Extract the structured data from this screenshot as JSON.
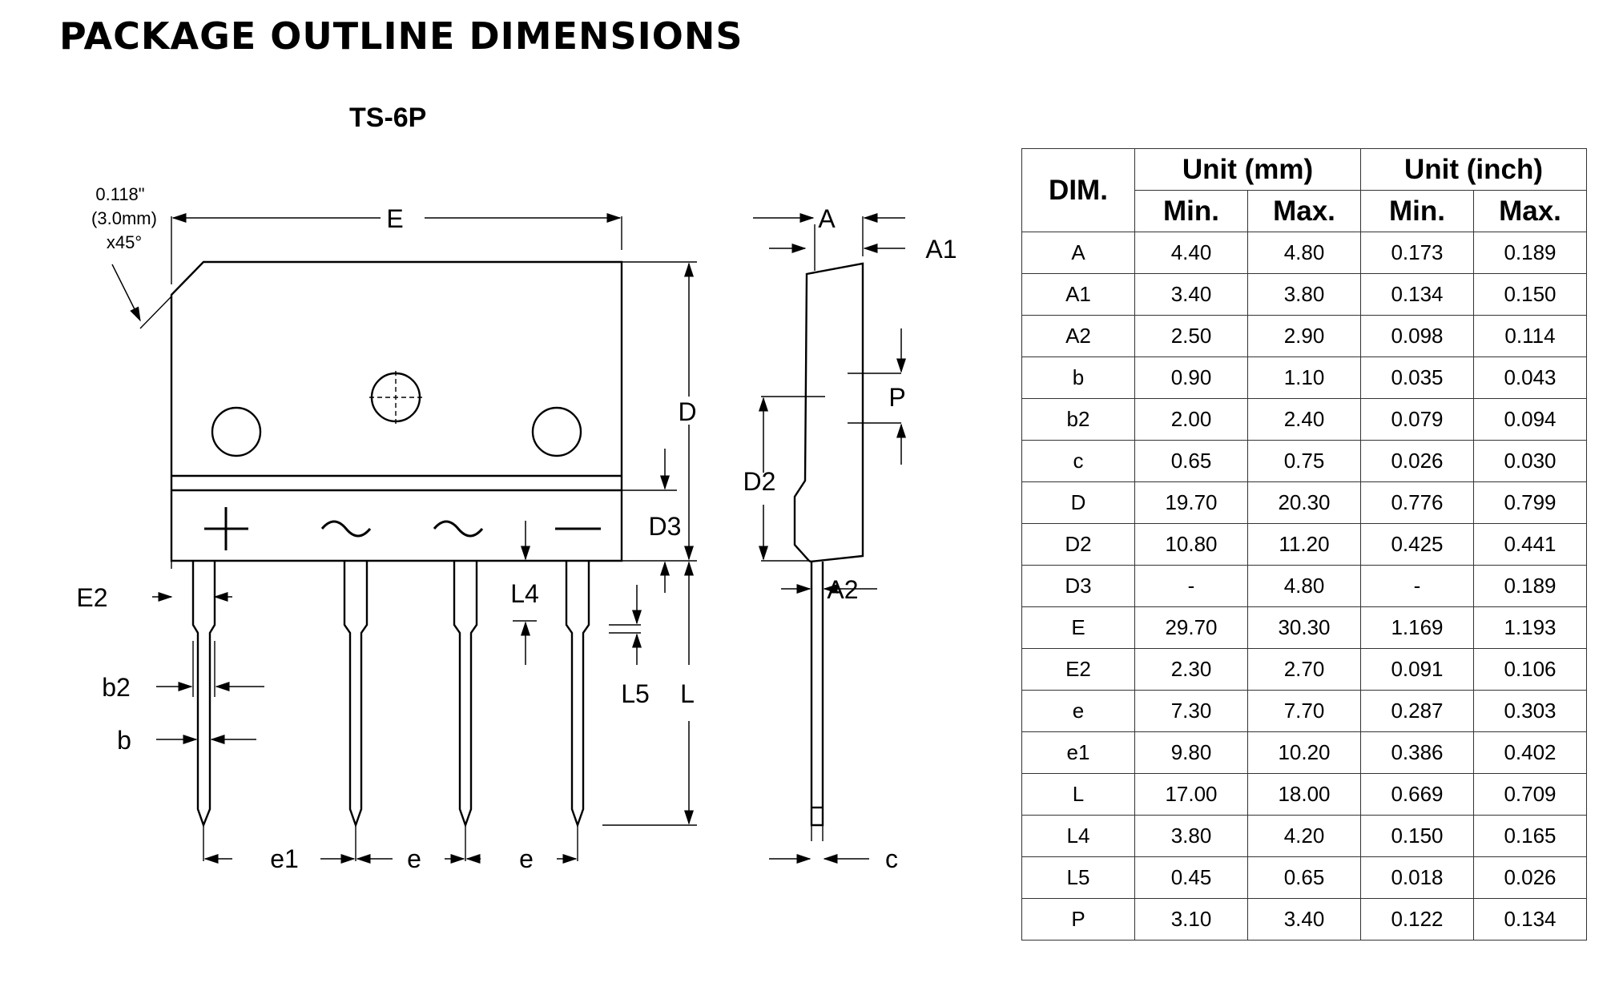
{
  "title": "PACKAGE OUTLINE DIMENSIONS",
  "package": "TS-6P",
  "drawing": {
    "chamfer_label_1": "0.118\"",
    "chamfer_label_2": "(3.0mm)",
    "chamfer_label_3": "x45°",
    "labels": {
      "E": "E",
      "D": "D",
      "D3": "D3",
      "E2": "E2",
      "b2": "b2",
      "b": "b",
      "L4": "L4",
      "L5": "L5",
      "L": "L",
      "e1": "e1",
      "e_a": "e",
      "e_b": "e",
      "A": "A",
      "A1": "A1",
      "P": "P",
      "D2": "D2",
      "A2": "A2",
      "c": "c"
    },
    "pin_symbols": [
      "+",
      "~",
      "~",
      "—"
    ]
  },
  "table": {
    "header_dim": "DIM.",
    "header_mm": "Unit (mm)",
    "header_inch": "Unit (inch)",
    "min": "Min.",
    "max": "Max.",
    "rows": [
      {
        "dim": "A",
        "mm_min": "4.40",
        "mm_max": "4.80",
        "in_min": "0.173",
        "in_max": "0.189"
      },
      {
        "dim": "A1",
        "mm_min": "3.40",
        "mm_max": "3.80",
        "in_min": "0.134",
        "in_max": "0.150"
      },
      {
        "dim": "A2",
        "mm_min": "2.50",
        "mm_max": "2.90",
        "in_min": "0.098",
        "in_max": "0.114"
      },
      {
        "dim": "b",
        "mm_min": "0.90",
        "mm_max": "1.10",
        "in_min": "0.035",
        "in_max": "0.043"
      },
      {
        "dim": "b2",
        "mm_min": "2.00",
        "mm_max": "2.40",
        "in_min": "0.079",
        "in_max": "0.094"
      },
      {
        "dim": "c",
        "mm_min": "0.65",
        "mm_max": "0.75",
        "in_min": "0.026",
        "in_max": "0.030"
      },
      {
        "dim": "D",
        "mm_min": "19.70",
        "mm_max": "20.30",
        "in_min": "0.776",
        "in_max": "0.799"
      },
      {
        "dim": "D2",
        "mm_min": "10.80",
        "mm_max": "11.20",
        "in_min": "0.425",
        "in_max": "0.441"
      },
      {
        "dim": "D3",
        "mm_min": "-",
        "mm_max": "4.80",
        "in_min": "-",
        "in_max": "0.189"
      },
      {
        "dim": "E",
        "mm_min": "29.70",
        "mm_max": "30.30",
        "in_min": "1.169",
        "in_max": "1.193"
      },
      {
        "dim": "E2",
        "mm_min": "2.30",
        "mm_max": "2.70",
        "in_min": "0.091",
        "in_max": "0.106"
      },
      {
        "dim": "e",
        "mm_min": "7.30",
        "mm_max": "7.70",
        "in_min": "0.287",
        "in_max": "0.303"
      },
      {
        "dim": "e1",
        "mm_min": "9.80",
        "mm_max": "10.20",
        "in_min": "0.386",
        "in_max": "0.402"
      },
      {
        "dim": "L",
        "mm_min": "17.00",
        "mm_max": "18.00",
        "in_min": "0.669",
        "in_max": "0.709"
      },
      {
        "dim": "L4",
        "mm_min": "3.80",
        "mm_max": "4.20",
        "in_min": "0.150",
        "in_max": "0.165"
      },
      {
        "dim": "L5",
        "mm_min": "0.45",
        "mm_max": "0.65",
        "in_min": "0.018",
        "in_max": "0.026"
      },
      {
        "dim": "P",
        "mm_min": "3.10",
        "mm_max": "3.40",
        "in_min": "0.122",
        "in_max": "0.134"
      }
    ]
  }
}
